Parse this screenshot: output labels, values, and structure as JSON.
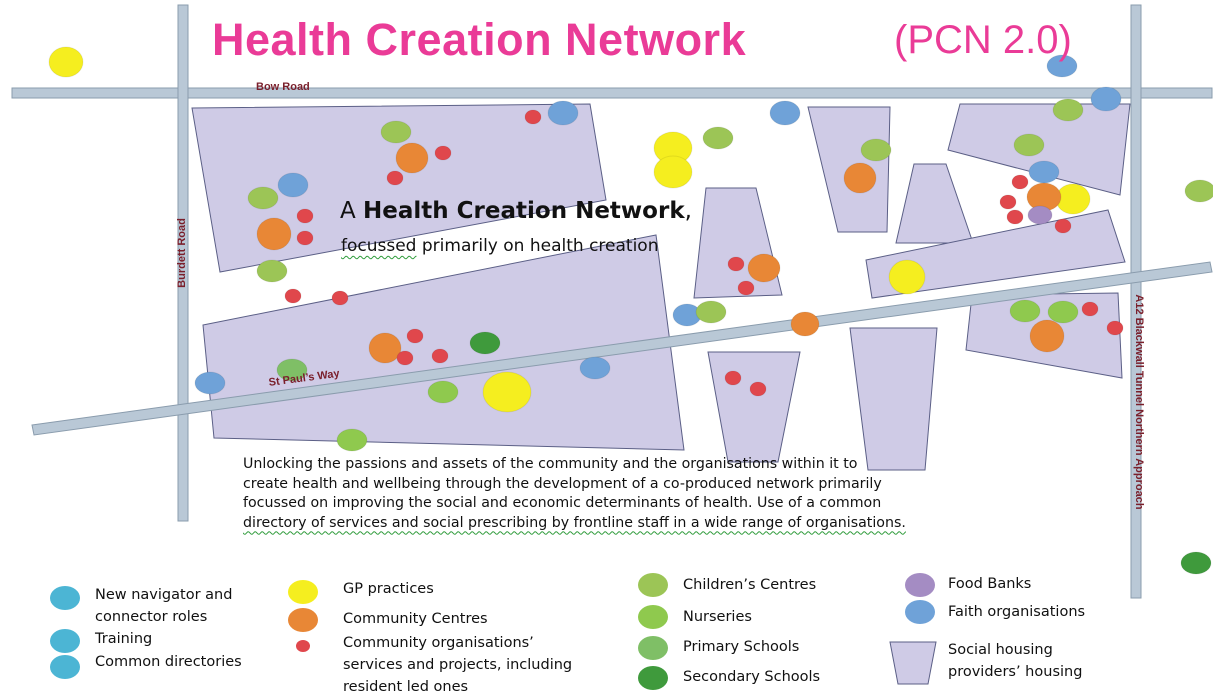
{
  "title": "Health Creation Network",
  "subtitle": "(PCN 2.0)",
  "headline": {
    "prefix": "A ",
    "bold": "Health Creation Network",
    "suffix": ",",
    "line2_underlined": "focussed",
    "line2_rest": " primarily on health creation"
  },
  "roads": {
    "bow_road": "Bow Road",
    "burdett_road": "Burdett Road",
    "st_pauls_way": "St Paul’s Way",
    "a12": "A12 Blackwall Tunnel Northern Approach"
  },
  "description": {
    "line1": "Unlocking the passions and assets of the community and the organisations within it to",
    "line2": "create health and wellbeing through the development of a co-produced network primarily",
    "line3": "focussed on improving the social and economic determinants of health. Use of a common",
    "line4": "directory of services and social prescribing by frontline staff in a wide range of organisations."
  },
  "legend": {
    "navigator_line1": "New navigator and",
    "navigator_line2": "connector roles",
    "training": "Training",
    "common_directories": "Common directories",
    "gp_practices": "GP practices",
    "community_centres": "Community Centres",
    "community_orgs_line1": "Community organisations’",
    "community_orgs_line2": "services and projects, including",
    "community_orgs_line3": "resident led ones",
    "childrens_centres": "Children’s Centres",
    "nurseries": "Nurseries",
    "primary_schools": "Primary Schools",
    "secondary_schools": "Secondary Schools",
    "food_banks": "Food Banks",
    "faith_organisations": "Faith organisations",
    "social_housing_line1": "Social housing",
    "social_housing_line2": "providers’ housing"
  },
  "colors": {
    "title_pink": "#ea3b97",
    "road": "#b9c8d6",
    "housing_fill": "#cfcbe6",
    "housing_stroke": "#5b5f86",
    "navigator_blue": "#4cb5d4",
    "gp_yellow": "#f5ee1f",
    "community_centre_orange": "#e88736",
    "community_org_red": "#e0474c",
    "childrens_centre_green": "#9cc556",
    "nursery_green": "#8fc94e",
    "primary_school_green": "#7fbf66",
    "secondary_school_green": "#3f9a3c",
    "food_bank_purple": "#a48cc3",
    "faith_blue": "#6fa2d8"
  }
}
